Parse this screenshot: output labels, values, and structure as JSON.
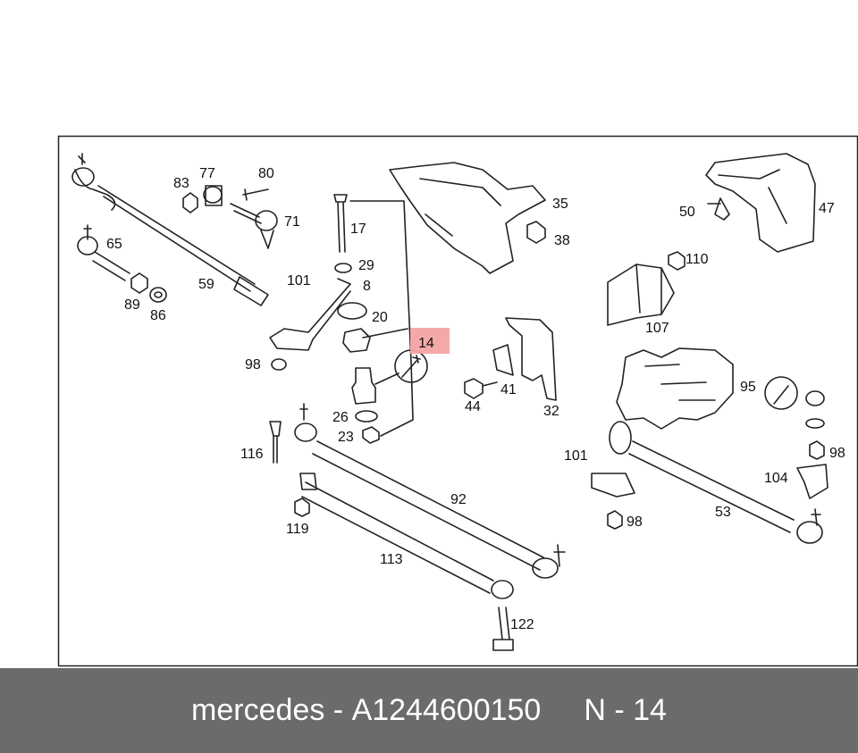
{
  "diagram": {
    "highlight_color": "#f4a3a3",
    "highlighted_part": "14",
    "part_labels": [
      "83",
      "77",
      "80",
      "71",
      "65",
      "59",
      "89",
      "86",
      "17",
      "29",
      "8",
      "101",
      "20",
      "98",
      "14",
      "26",
      "23",
      "116",
      "119",
      "113",
      "92",
      "122",
      "35",
      "38",
      "41",
      "44",
      "32",
      "50",
      "47",
      "110",
      "107",
      "95",
      "101",
      "98",
      "104",
      "53",
      "98"
    ]
  },
  "footer": {
    "brand": "mercedes",
    "separator": "-",
    "part_number": "A1244600150",
    "position_text": "N - 14"
  }
}
